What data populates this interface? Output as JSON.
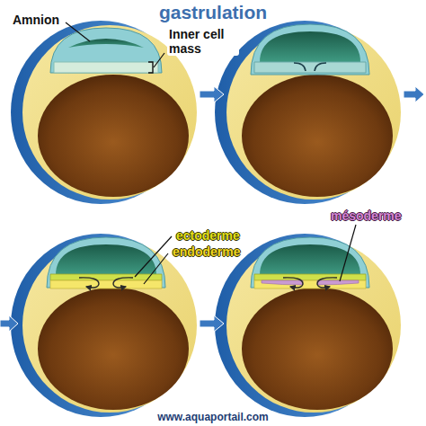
{
  "diagram": {
    "title": "gastrulation",
    "labels": [
      "Amnion",
      "Inner cell mass",
      "ectoderme",
      "endoderme",
      "mésoderme",
      "www.aquaportail.com"
    ]
  }
}
